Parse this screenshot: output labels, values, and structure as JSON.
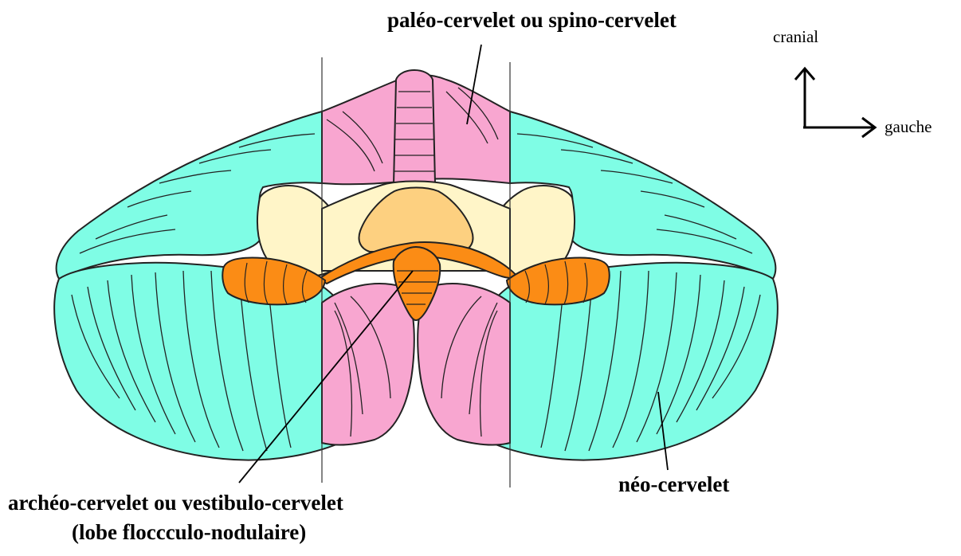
{
  "labels": {
    "paleo": "paléo-cervelet ou spino-cervelet",
    "neo": "néo-cervelet",
    "archeo_line1": "archéo-cervelet ou vestibulo-cervelet",
    "archeo_line2": "(lobe floccculo-nodulaire)",
    "cranial": "cranial",
    "gauche": "gauche"
  },
  "colors": {
    "neo": "#7ffde5",
    "paleo": "#f8a6d0",
    "archeo": "#fb8c15",
    "peduncle": "#fff5c8",
    "central": "#fdd080",
    "outline": "#222222"
  }
}
